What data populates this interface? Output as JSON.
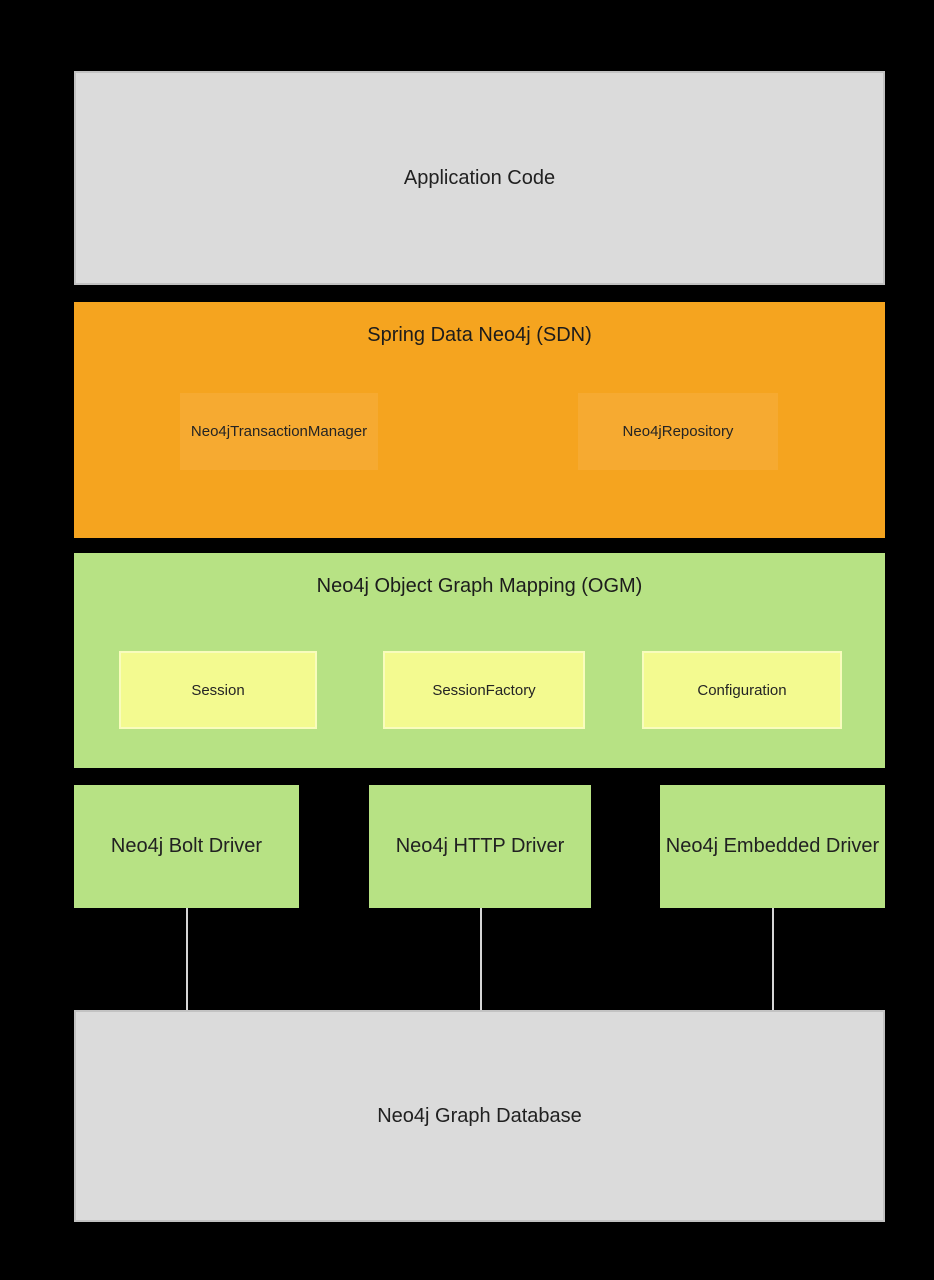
{
  "diagram": {
    "application_layer": {
      "label": "Application Code"
    },
    "sdn_layer": {
      "title": "Spring Data Neo4j (SDN)",
      "components": [
        {
          "label": "Neo4jTransactionManager"
        },
        {
          "label": "Neo4jRepository"
        }
      ]
    },
    "ogm_layer": {
      "title": "Neo4j Object Graph Mapping (OGM)",
      "components": [
        {
          "label": "Session"
        },
        {
          "label": "SessionFactory"
        },
        {
          "label": "Configuration"
        }
      ]
    },
    "drivers": [
      {
        "label": "Neo4j Bolt Driver"
      },
      {
        "label": "Neo4j HTTP Driver"
      },
      {
        "label": "Neo4j Embedded Driver"
      }
    ],
    "database_layer": {
      "label": "Neo4j Graph Database"
    },
    "colors": {
      "background": "#000000",
      "gray_layer": "#dbdbdb",
      "orange_layer": "#f5a41f",
      "orange_component": "#f6aa31",
      "green_layer": "#b7e284",
      "yellow_component": "#f3fa90",
      "connector_line": "#d6d6d6",
      "text": "#212121"
    }
  }
}
